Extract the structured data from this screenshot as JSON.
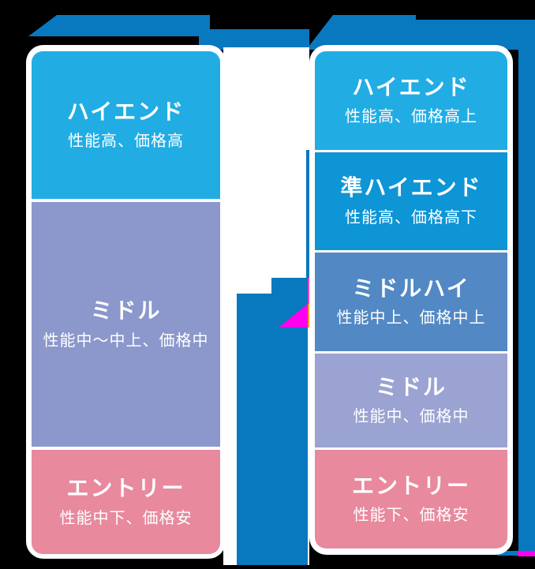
{
  "background": "#000000",
  "left_column": {
    "sections": [
      {
        "title": "ハイエンド",
        "subtitle": "性能高、価格高",
        "color": "#21ADE4"
      },
      {
        "title": "ミドル",
        "subtitle": "性能中〜中上、価格中",
        "color": "#8C97CB"
      },
      {
        "title": "エントリー",
        "subtitle": "性能中下、価格安",
        "color": "#E8899E"
      }
    ]
  },
  "right_column": {
    "sections": [
      {
        "title": "ハイエンド",
        "subtitle": "性能高、価格高上",
        "color": "#21ADE4"
      },
      {
        "title": "準ハイエンド",
        "subtitle": "性能高、価格高下",
        "color": "#0D95D6"
      },
      {
        "title": "ミドルハイ",
        "subtitle": "性能中上、価格中上",
        "color": "#5288C4"
      },
      {
        "title": "ミドル",
        "subtitle": "性能中、価格中",
        "color": "#9AA3D1"
      },
      {
        "title": "エントリー",
        "subtitle": "性能下、価格安",
        "color": "#E8899E"
      }
    ]
  },
  "decorations": {
    "banner_blue": "#0878BF",
    "arrow_blue": "#0878BF",
    "magenta": "#FF00EE",
    "pink_strip": "#F23FC3",
    "orange_strip": "#F7941D",
    "panel_white": "#FFFFFF"
  }
}
